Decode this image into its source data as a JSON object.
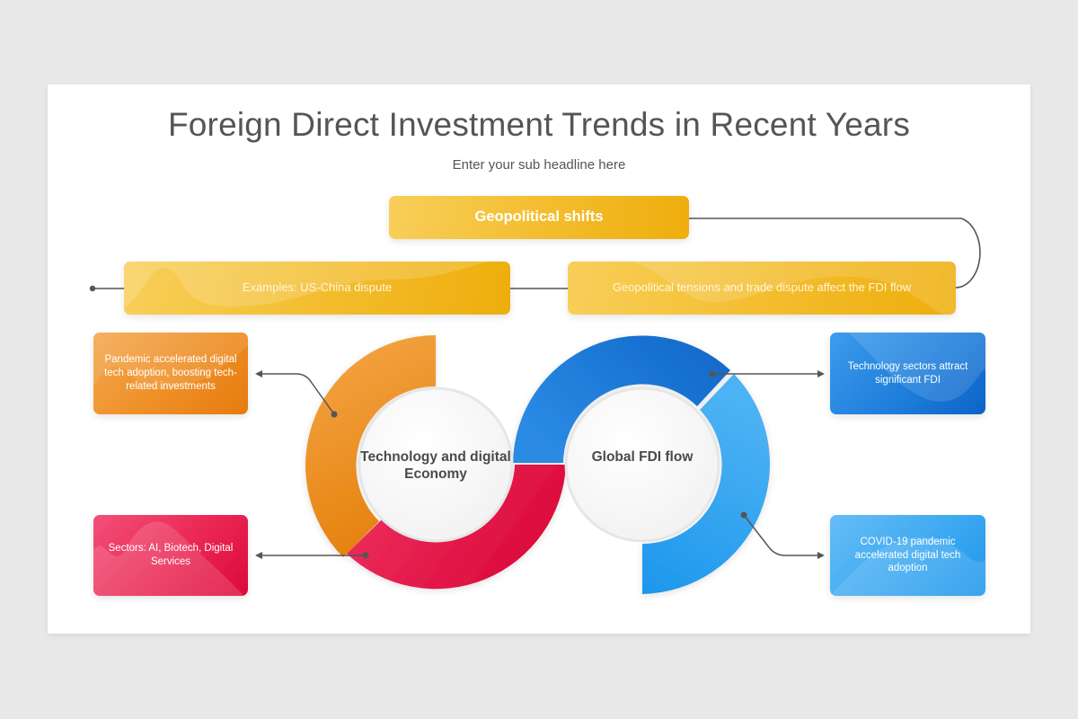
{
  "slide": {
    "title": "Foreign Direct Investment Trends in Recent Years",
    "subtitle": "Enter your sub headline here"
  },
  "top_section": {
    "header_box": {
      "label": "Geopolitical shifts",
      "color": "#f3bc2c"
    },
    "left_box": {
      "label": "Examples: US-China dispute",
      "color": "#f3bc2c"
    },
    "right_box": {
      "label": "Geopolitical tensions and trade dispute affect the FDI flow",
      "color": "#f3bc2c"
    }
  },
  "left_ring": {
    "center_label": "Technology and digital Economy",
    "segments": [
      {
        "name": "orange",
        "color": "#ee8f26"
      },
      {
        "name": "red",
        "color": "#e5194a"
      }
    ],
    "callouts": [
      {
        "label": "Pandemic accelerated digital tech adoption, boosting tech- related investments",
        "color": "#ee8f26"
      },
      {
        "label": "Sectors:  AI, Biotech, Digital Services",
        "color": "#e5194a"
      }
    ]
  },
  "right_ring": {
    "center_label": "Global FDI flow",
    "segments": [
      {
        "name": "dark-blue",
        "color": "#1f7fdc"
      },
      {
        "name": "light-blue",
        "color": "#3ea9f1"
      }
    ],
    "callouts": [
      {
        "label": "Technology sectors attract significant FDI",
        "color": "#1f7fdc"
      },
      {
        "label": "COVID-19 pandemic accelerated  digital tech adoption",
        "color": "#3ea9f1"
      }
    ]
  },
  "colors": {
    "connector": "#555555",
    "title_text": "#555555",
    "background": "#e9e8e9",
    "slide": "#ffffff"
  }
}
